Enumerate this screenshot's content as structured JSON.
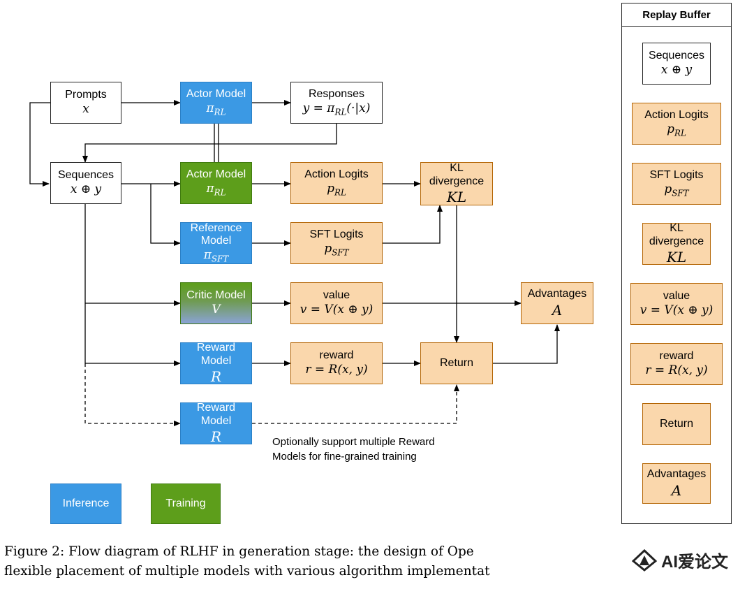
{
  "nodes": {
    "prompts": {
      "label": "Prompts",
      "math": "x"
    },
    "actor_inf": {
      "label": "Actor Model",
      "math": "π_RL"
    },
    "responses": {
      "label": "Responses",
      "math": "y = π_RL(·|x)"
    },
    "sequences": {
      "label": "Sequences",
      "math": "x ⊕ y"
    },
    "actor_train": {
      "label": "Actor Model",
      "math": "π_RL"
    },
    "action_logits": {
      "label": "Action Logits",
      "math": "p_RL"
    },
    "kl": {
      "label": "KL divergence",
      "math": "KL"
    },
    "reference": {
      "label": "Reference Model",
      "math": "π_SFT"
    },
    "sft_logits": {
      "label": "SFT Logits",
      "math": "p_SFT"
    },
    "critic": {
      "label": "Critic Model",
      "math": "V"
    },
    "value": {
      "label": "value",
      "math": "v = V(x ⊕ y)"
    },
    "advantages": {
      "label": "Advantages",
      "math": "A"
    },
    "reward1": {
      "label": "Reward Model",
      "math": "R"
    },
    "reward_out": {
      "label": "reward",
      "math": "r = R(x, y)"
    },
    "return": {
      "label": "Return"
    },
    "reward2": {
      "label": "Reward Model",
      "math": "R"
    }
  },
  "note": [
    "Optionally support multiple Reward",
    "Models for fine-grained training"
  ],
  "legend": {
    "inference": "Inference",
    "training": "Training"
  },
  "replay_buffer": {
    "title": "Replay Buffer",
    "items": [
      {
        "label": "Sequences",
        "math": "x ⊕ y"
      },
      {
        "label": "Action Logits",
        "math": "p_RL"
      },
      {
        "label": "SFT Logits",
        "math": "p_SFT"
      },
      {
        "label": "KL divergence",
        "math": "KL"
      },
      {
        "label": "value",
        "math": "v = V(x ⊕ y)"
      },
      {
        "label": "reward",
        "math": "r = R(x, y)"
      },
      {
        "label": "Return"
      },
      {
        "label": "Advantages",
        "math": "A"
      }
    ]
  },
  "caption": [
    "Figure 2: Flow diagram of RLHF in generation stage: the design of Ope",
    "flexible placement of multiple models with various algorithm implementat"
  ],
  "watermark": "AI爱论文",
  "colors": {
    "inference": "#3b99e4",
    "training": "#5d9e1b",
    "data": "#fad7ac",
    "data_border": "#b46504"
  }
}
